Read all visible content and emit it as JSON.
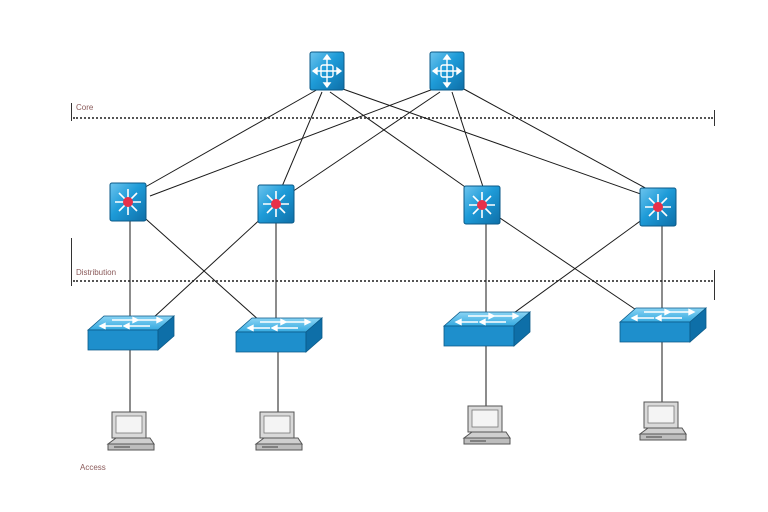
{
  "layers": {
    "core": "Core",
    "distribution": "Distribution",
    "access": "Access"
  },
  "colors": {
    "device_blue": "#1e9bd8",
    "device_blue_dark": "#0e6fa8",
    "device_blue_light": "#6cc4ee",
    "router_dot": "#e8304a",
    "link": "#1a1a1a",
    "pc_gray": "#d9d9d9"
  },
  "devices": {
    "core": [
      "core-switch-1",
      "core-switch-2"
    ],
    "distribution": [
      "distribution-switch-1",
      "distribution-switch-2",
      "distribution-switch-3",
      "distribution-switch-4"
    ],
    "access": [
      "access-switch-1",
      "access-switch-2",
      "access-switch-3",
      "access-switch-4"
    ],
    "hosts": [
      "workstation-1",
      "workstation-2",
      "workstation-3",
      "workstation-4"
    ]
  }
}
